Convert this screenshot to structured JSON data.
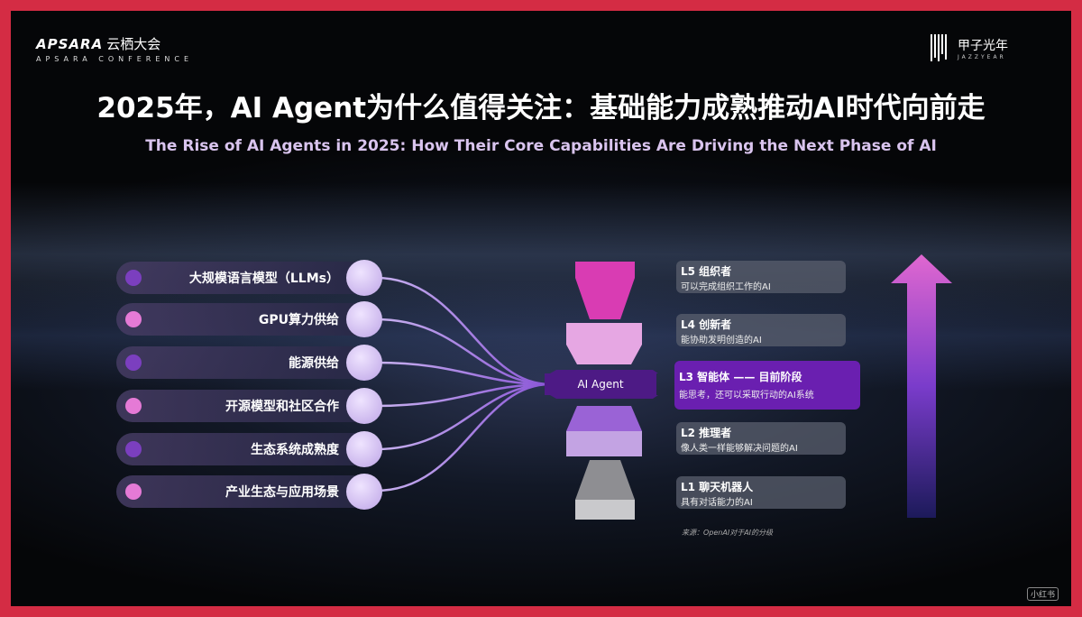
{
  "header": {
    "logo_left_brand": "APSARA",
    "logo_left_brand_cn": "云栖大会",
    "logo_left_sub": "APSARA CONFERENCE",
    "logo_right_cn": "甲子光年",
    "logo_right_en": "JAZZYEAR"
  },
  "title": "2025年，AI Agent为什么值得关注：基础能力成熟推动AI时代向前走",
  "subtitle": "The Rise of AI Agents in 2025: How Their Core Capabilities Are Driving the Next Phase of AI",
  "drivers": [
    {
      "label": "大规模语言模型（LLMs）",
      "dot_color": "#7b3fbf"
    },
    {
      "label": "GPU算力供给",
      "dot_color": "#e57ad6"
    },
    {
      "label": "能源供给",
      "dot_color": "#7b3fbf"
    },
    {
      "label": "开源模型和社区合作",
      "dot_color": "#e57ad6"
    },
    {
      "label": "生态系统成熟度",
      "dot_color": "#7b3fbf"
    },
    {
      "label": "产业生态与应用场景",
      "dot_color": "#e57ad6"
    }
  ],
  "center_label": "AI Agent",
  "levels": [
    {
      "title": "L5 组织者",
      "desc": "可以完成组织工作的AI"
    },
    {
      "title": "L4 创新者",
      "desc": "能协助发明创造的AI"
    },
    {
      "title": "L3 智能体 —— 目前阶段",
      "desc": "能思考，还可以采取行动的AI系统"
    },
    {
      "title": "L2 推理者",
      "desc": "像人类一样能够解决问题的AI"
    },
    {
      "title": "L1 聊天机器人",
      "desc": "具有对话能力的AI"
    }
  ],
  "source": "来源：OpenAI对于AI的分级",
  "watermark": "小红书",
  "colors": {
    "frame": "#d42c44",
    "accent_purple": "#6a1fb0",
    "accent_magenta": "#d93cb3"
  }
}
